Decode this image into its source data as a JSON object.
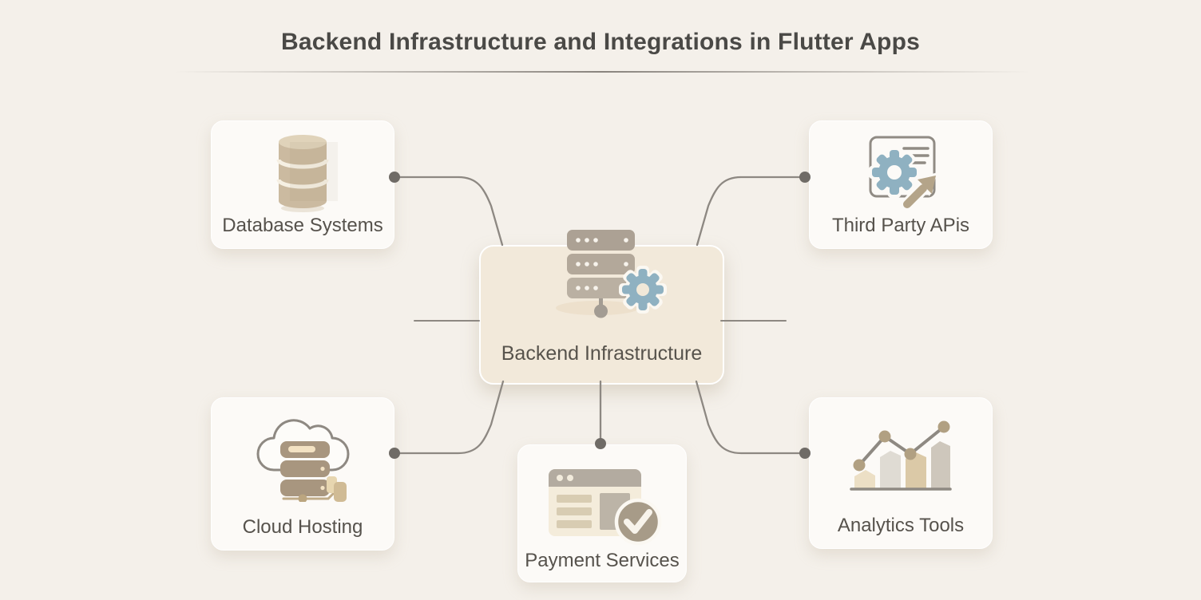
{
  "title": "Backend Infrastructure and Integrations in Flutter Apps",
  "center": {
    "label": "Backend Infrastructure",
    "icon": "server-stack-gear-icon"
  },
  "nodes": {
    "database": {
      "label": "Database Systems",
      "icon": "database-cylinders-icon",
      "position": "top-left"
    },
    "api": {
      "label": "Third Party APis",
      "icon": "gear-document-arrow-icon",
      "position": "top-right"
    },
    "cloud": {
      "label": "Cloud Hosting",
      "icon": "cloud-server-plug-icon",
      "position": "bottom-left"
    },
    "payment": {
      "label": "Payment Services",
      "icon": "browser-window-check-icon",
      "position": "bottom-center"
    },
    "analytics": {
      "label": "Analytics Tools",
      "icon": "bar-line-chart-icon",
      "position": "bottom-right"
    }
  },
  "connectors": [
    "database-to-center",
    "api-to-center",
    "cloud-to-center",
    "analytics-to-center",
    "payment-to-center",
    "left-stub-line",
    "right-stub-line"
  ],
  "colors": {
    "background": "#f4f0ea",
    "card_bg": "#fcfaf7",
    "center_card_bg": "#f2e9da",
    "connector_line": "#8d8882",
    "connector_dot": "#6f6b66",
    "accent_blue_gear": "#8fb1c1",
    "tan_database": "#cbbaa0",
    "brown_server": "#a8967f",
    "taupe_server": "#b3a89a",
    "title_text": "#4a4946",
    "label_text": "#56524c"
  }
}
